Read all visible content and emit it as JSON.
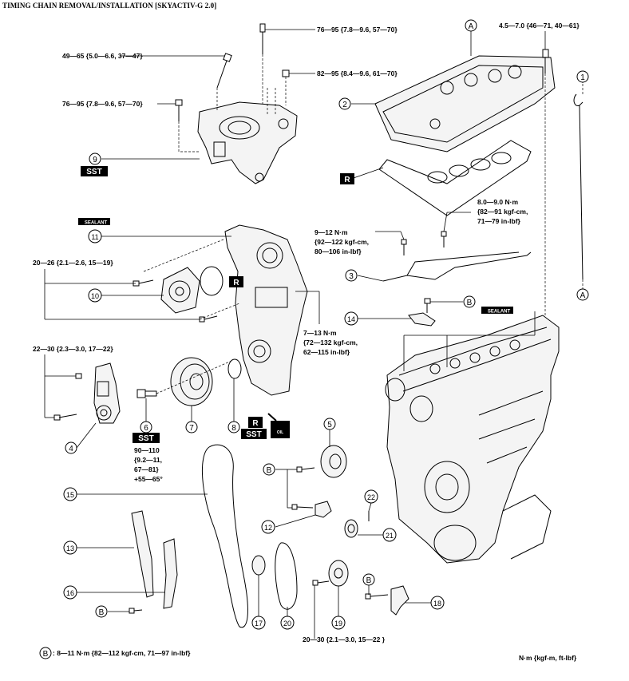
{
  "header": {
    "title": "TIMING CHAIN REMOVAL/INSTALLATION [SKYACTIV-G 2.0]"
  },
  "torques": {
    "t_top_bolt": "76—95 {7.8—9.6, 57—70}",
    "t_top_right": "4.5—7.0 {46—71, 40—61}",
    "t_mount_stud": "49—65 {5.0—6.6, 37—47}",
    "t_mount_nut": "82—95 {8.4—9.6, 61—70}",
    "t_mount_bolt": "76—95 {7.8—9.6, 57—70}",
    "t_cover_8_9_1": "8.0—9.0 N·m",
    "t_cover_8_9_2": "{82—91 kgf-cm,",
    "t_cover_8_9_3": "71—79 in-lbf}",
    "t_cover_9_12_1": "9—12 N·m",
    "t_cover_9_12_2": "{92—122 kgf-cm,",
    "t_cover_9_12_3": "80—106 in-lbf}",
    "t_pump": "20—26 {2.1—2.6, 15—19}",
    "t_front_1": "7—13 N·m",
    "t_front_2": "{72—132 kgf-cm,",
    "t_front_3": "62—115 in-lbf}",
    "t_tensioner": "22—30 {2.3—3.0, 17—22}",
    "t_pulley_1": "90—110",
    "t_pulley_2": "{9.2—11,",
    "t_pulley_3": "67—81}",
    "t_pulley_4": "+55—65°",
    "t_bottom": "20—30 {2.1—3.0, 15—22 }"
  },
  "callouts": {
    "c1": "1",
    "c2": "2",
    "c3": "3",
    "c4": "4",
    "c5": "5",
    "c6": "6",
    "c7": "7",
    "c8": "8",
    "c9": "9",
    "c10": "10",
    "c11": "11",
    "c12": "12",
    "c13": "13",
    "c14": "14",
    "c15": "15",
    "c16": "16",
    "c17": "17",
    "c18": "18",
    "c19": "19",
    "c20": "20",
    "c21": "21",
    "c22": "22",
    "cA1": "A",
    "cA2": "A",
    "cB1": "B",
    "cB2": "B",
    "cB3": "B",
    "cB4": "B"
  },
  "badges": {
    "sst": "SST",
    "r": "R",
    "sealant": "SEALANT",
    "oil": "OIL"
  },
  "footer": {
    "b_key": "B",
    "b_spec": ": 8—11 N·m {82—112 kgf-cm, 71—97 in-lbf}",
    "units": "N·m {kgf-m, ft-lbf}"
  }
}
